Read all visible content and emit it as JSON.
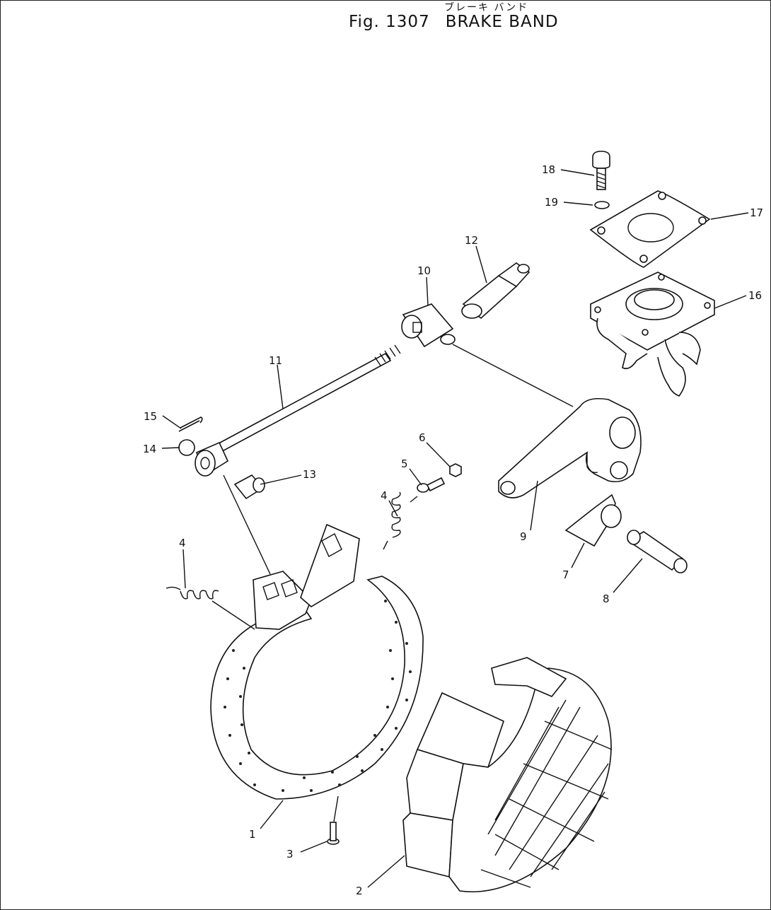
{
  "title": {
    "japanese": "ブレーキ バンド",
    "figure": "Fig. 1307",
    "name": "BRAKE BAND"
  },
  "callouts": [
    {
      "id": "c1",
      "label": "1"
    },
    {
      "id": "c2",
      "label": "2"
    },
    {
      "id": "c3",
      "label": "3"
    },
    {
      "id": "c4a",
      "label": "4"
    },
    {
      "id": "c4b",
      "label": "4"
    },
    {
      "id": "c5",
      "label": "5"
    },
    {
      "id": "c6",
      "label": "6"
    },
    {
      "id": "c7",
      "label": "7"
    },
    {
      "id": "c8",
      "label": "8"
    },
    {
      "id": "c9",
      "label": "9"
    },
    {
      "id": "c10",
      "label": "10"
    },
    {
      "id": "c11",
      "label": "11"
    },
    {
      "id": "c12",
      "label": "12"
    },
    {
      "id": "c13",
      "label": "13"
    },
    {
      "id": "c14",
      "label": "14"
    },
    {
      "id": "c15",
      "label": "15"
    },
    {
      "id": "c16",
      "label": "16"
    },
    {
      "id": "c17",
      "label": "17"
    },
    {
      "id": "c18",
      "label": "18"
    },
    {
      "id": "c19",
      "label": "19"
    }
  ]
}
